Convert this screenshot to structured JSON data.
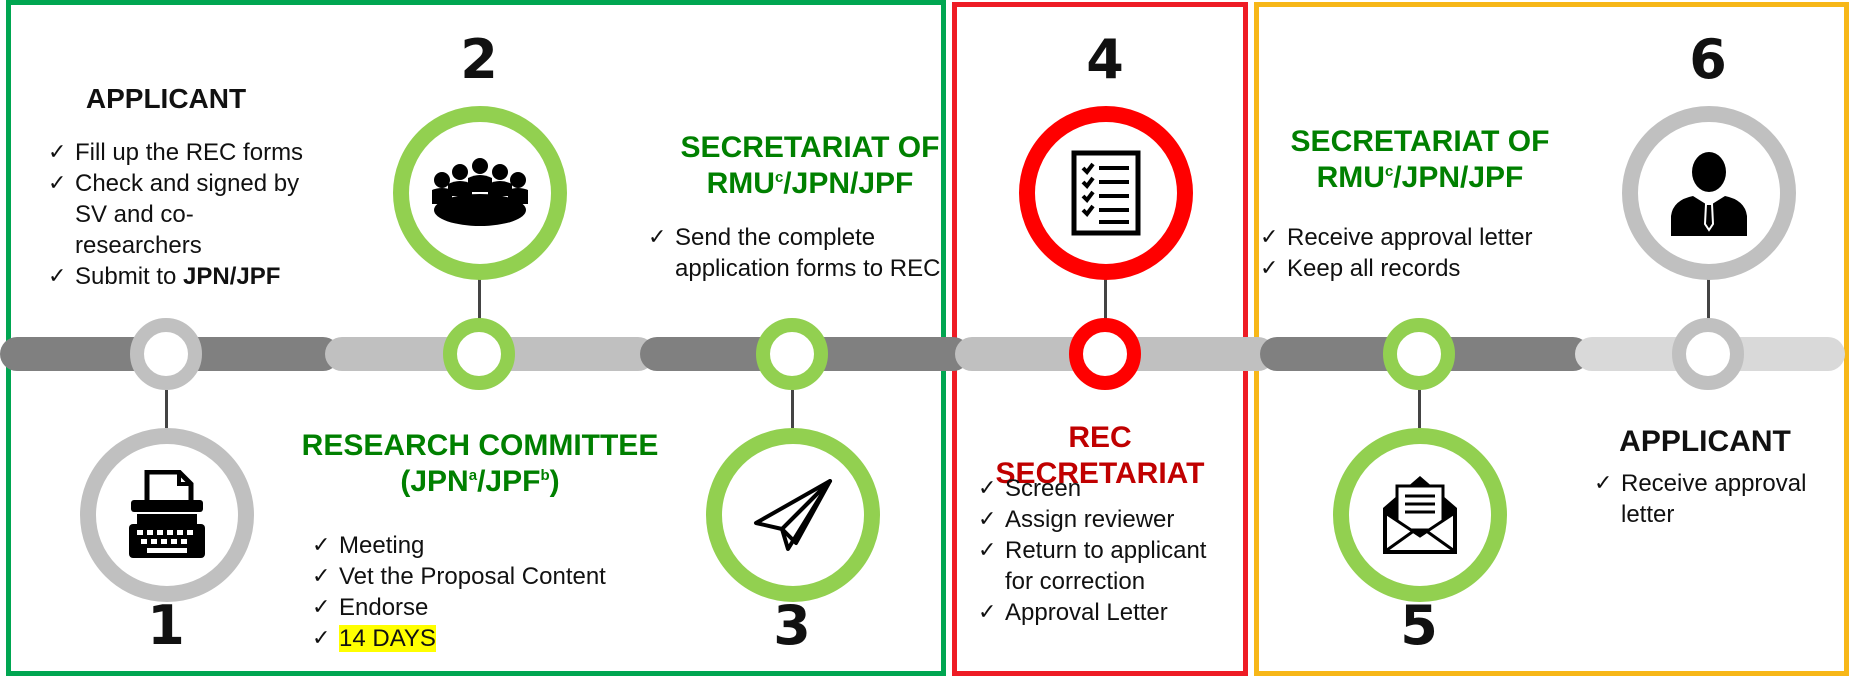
{
  "colors": {
    "green_frame": "#00a651",
    "red_frame": "#ee1c25",
    "amber_frame": "#f7b718",
    "green_ring": "#92d050",
    "grey_ring": "#bfbfbf",
    "red_ring": "#ff0000",
    "bar_dark": "#808080",
    "bar_light": "#c0c0c0",
    "text_green": "#008000",
    "text_red": "#c00000",
    "highlight": "#ffff00"
  },
  "steps": [
    {
      "number": "1",
      "heading": "APPLICANT",
      "icon": "typewriter-icon",
      "items": [
        "Fill up the REC forms",
        "Check and signed by SV and co-researchers",
        "Submit to JPN/JPF"
      ]
    },
    {
      "number": "2",
      "heading_line1": "RESEARCH COMMITTEE",
      "heading_line2_a": "(JPN",
      "sup_a": "a",
      "heading_line2_b": "/JPF",
      "sup_b": "b",
      "heading_line2_c": ")",
      "icon": "meeting-icon",
      "items": [
        "Meeting",
        "Vet the Proposal Content",
        "Endorse",
        "14 DAYS"
      ]
    },
    {
      "number": "3",
      "heading_line1": "SECRETARIAT OF",
      "heading_line2_a": "RMU",
      "sup_c": "c",
      "heading_line2_b": "/JPN/JPF",
      "icon": "paper-plane-icon",
      "items": [
        "Send the complete application forms to REC"
      ]
    },
    {
      "number": "4",
      "heading": "REC SECRETARIAT",
      "icon": "checklist-icon",
      "items": [
        "Screen",
        "Assign reviewer",
        "Return to applicant for correction",
        "Approval Letter"
      ]
    },
    {
      "number": "5",
      "heading_line1": "SECRETARIAT OF",
      "heading_line2_a": "RMU",
      "sup_c": "c",
      "heading_line2_b": "/JPN/JPF",
      "icon": "envelope-letter-icon",
      "items": [
        "Receive approval letter",
        "Keep all records"
      ]
    },
    {
      "number": "6",
      "heading": "APPLICANT",
      "icon": "businessman-icon",
      "items": [
        "Receive approval letter"
      ]
    }
  ],
  "bold_phrases": {
    "step1_last": "JPN/JPF",
    "step1_last_prefix": "Submit to "
  },
  "tick": "✓"
}
